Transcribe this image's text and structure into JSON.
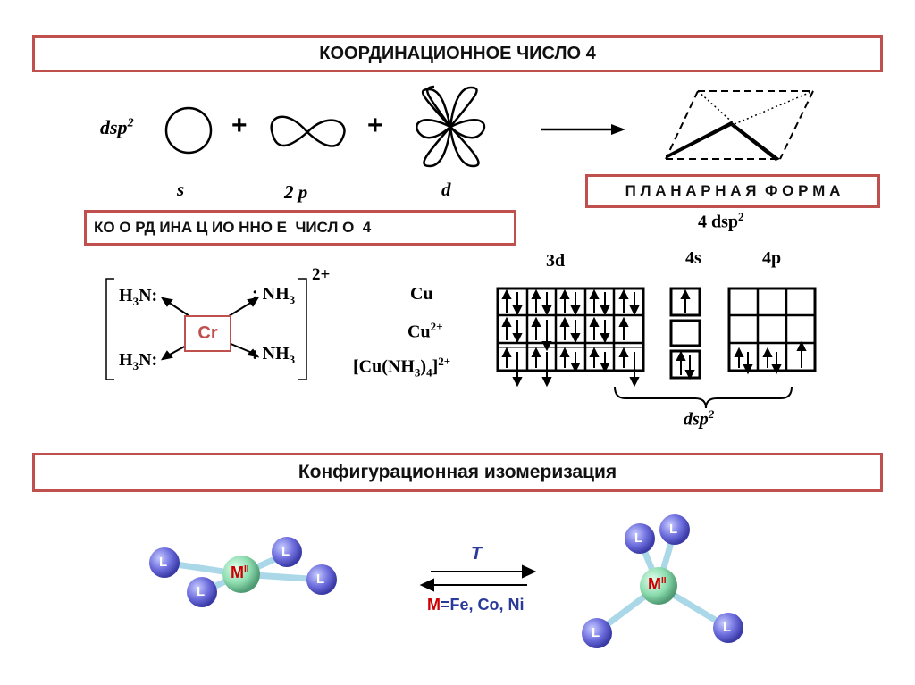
{
  "header": {
    "title1": "КООРДИНАЦИОННОЕ ЧИСЛО 4"
  },
  "hybrid": {
    "label": "dsp",
    "label_sup": "2",
    "plus1": "+",
    "plus2": "+",
    "s_label": "s",
    "p_label": "2 p",
    "d_label": "d"
  },
  "shape": {
    "title": "П Л А Н А Р Н А Я  Ф О Р М А",
    "hyb": "4 dsp",
    "hyb_sup": "2"
  },
  "subheader": {
    "title": "КО О РД ИНА Ц ИО ННО Е  ЧИСЛ О  4"
  },
  "complex": {
    "h3n_1": "H",
    "h3n_1_sub": "3",
    "h3n_1_tail": "N:",
    "h3n_2": "H",
    "h3n_2_sub": "3",
    "h3n_2_tail": "N:",
    "nh3_1": ": NH",
    "nh3_1_sub": "3",
    "nh3_2": ": NH",
    "nh3_2_sub": "3",
    "center": "Cr",
    "charge": "2+"
  },
  "ions": {
    "cu": "Cu",
    "cu2": "Cu",
    "cu2_sup": "2+",
    "complex_a": "[Cu(NH",
    "complex_sub": "3",
    "complex_b": ")",
    "complex_sub2": "4",
    "complex_c": "]",
    "complex_sup": "2+"
  },
  "orbitals": {
    "d_label": "3d",
    "s_label": "4s",
    "p_label": "4p",
    "dsp_label": "dsp",
    "dsp_sup": "2"
  },
  "section2": {
    "title": "Конфигурационная изомеризация"
  },
  "isomer": {
    "ligand": "L",
    "metal": "M",
    "metal_sup": "II",
    "temp": "T",
    "metals_prefix": "M",
    "metals_rest": "=Fe, Co, Ni"
  },
  "colors": {
    "frame": "#c0504d",
    "ligand": "#6666dd",
    "metal": "#88ddaa",
    "metal_text": "#cc0000"
  }
}
